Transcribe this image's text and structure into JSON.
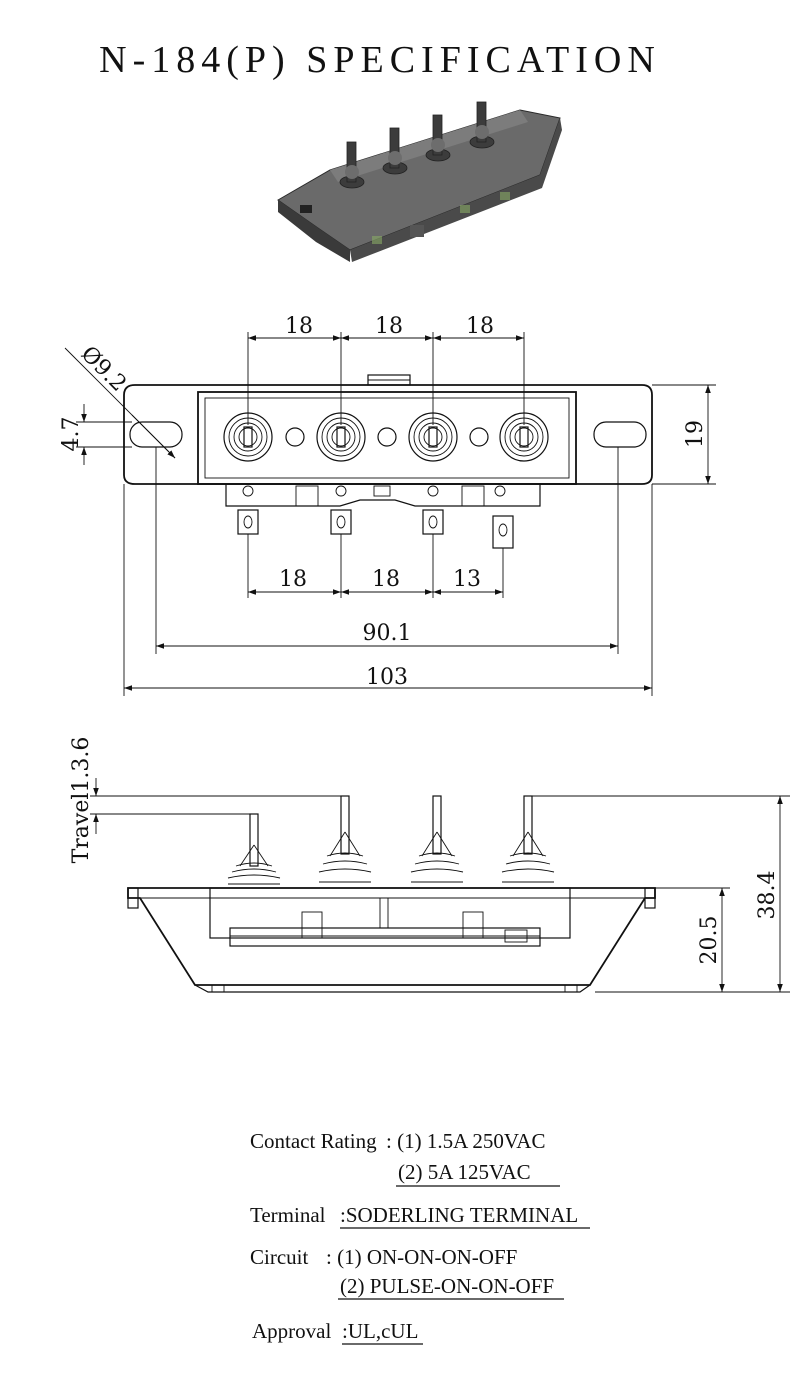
{
  "title": "N-184(P) SPECIFICATION",
  "top_view": {
    "dia_label": "Ø9.2",
    "slot_label": "4.7",
    "pitch_top": [
      "18",
      "18",
      "18"
    ],
    "height_label": "19",
    "pitch_bottom": [
      "18",
      "18",
      "13"
    ],
    "mount_span": "90.1",
    "overall_width": "103"
  },
  "side_view": {
    "travel_label": "Travel1.3.6",
    "body_height": "20.5",
    "overall_height": "38.4"
  },
  "specs": {
    "contact_label": "Contact Rating",
    "contact_1": ": (1) 1.5A 250VAC",
    "contact_2": "(2) 5A 125VAC",
    "terminal_label": "Terminal",
    "terminal_value": ":SODERLING TERMINAL",
    "circuit_label": "Circuit",
    "circuit_1": ": (1) ON-ON-ON-OFF",
    "circuit_2": "(2) PULSE-ON-ON-OFF",
    "approval_label": "Approval",
    "approval_value": ":UL,cUL"
  }
}
